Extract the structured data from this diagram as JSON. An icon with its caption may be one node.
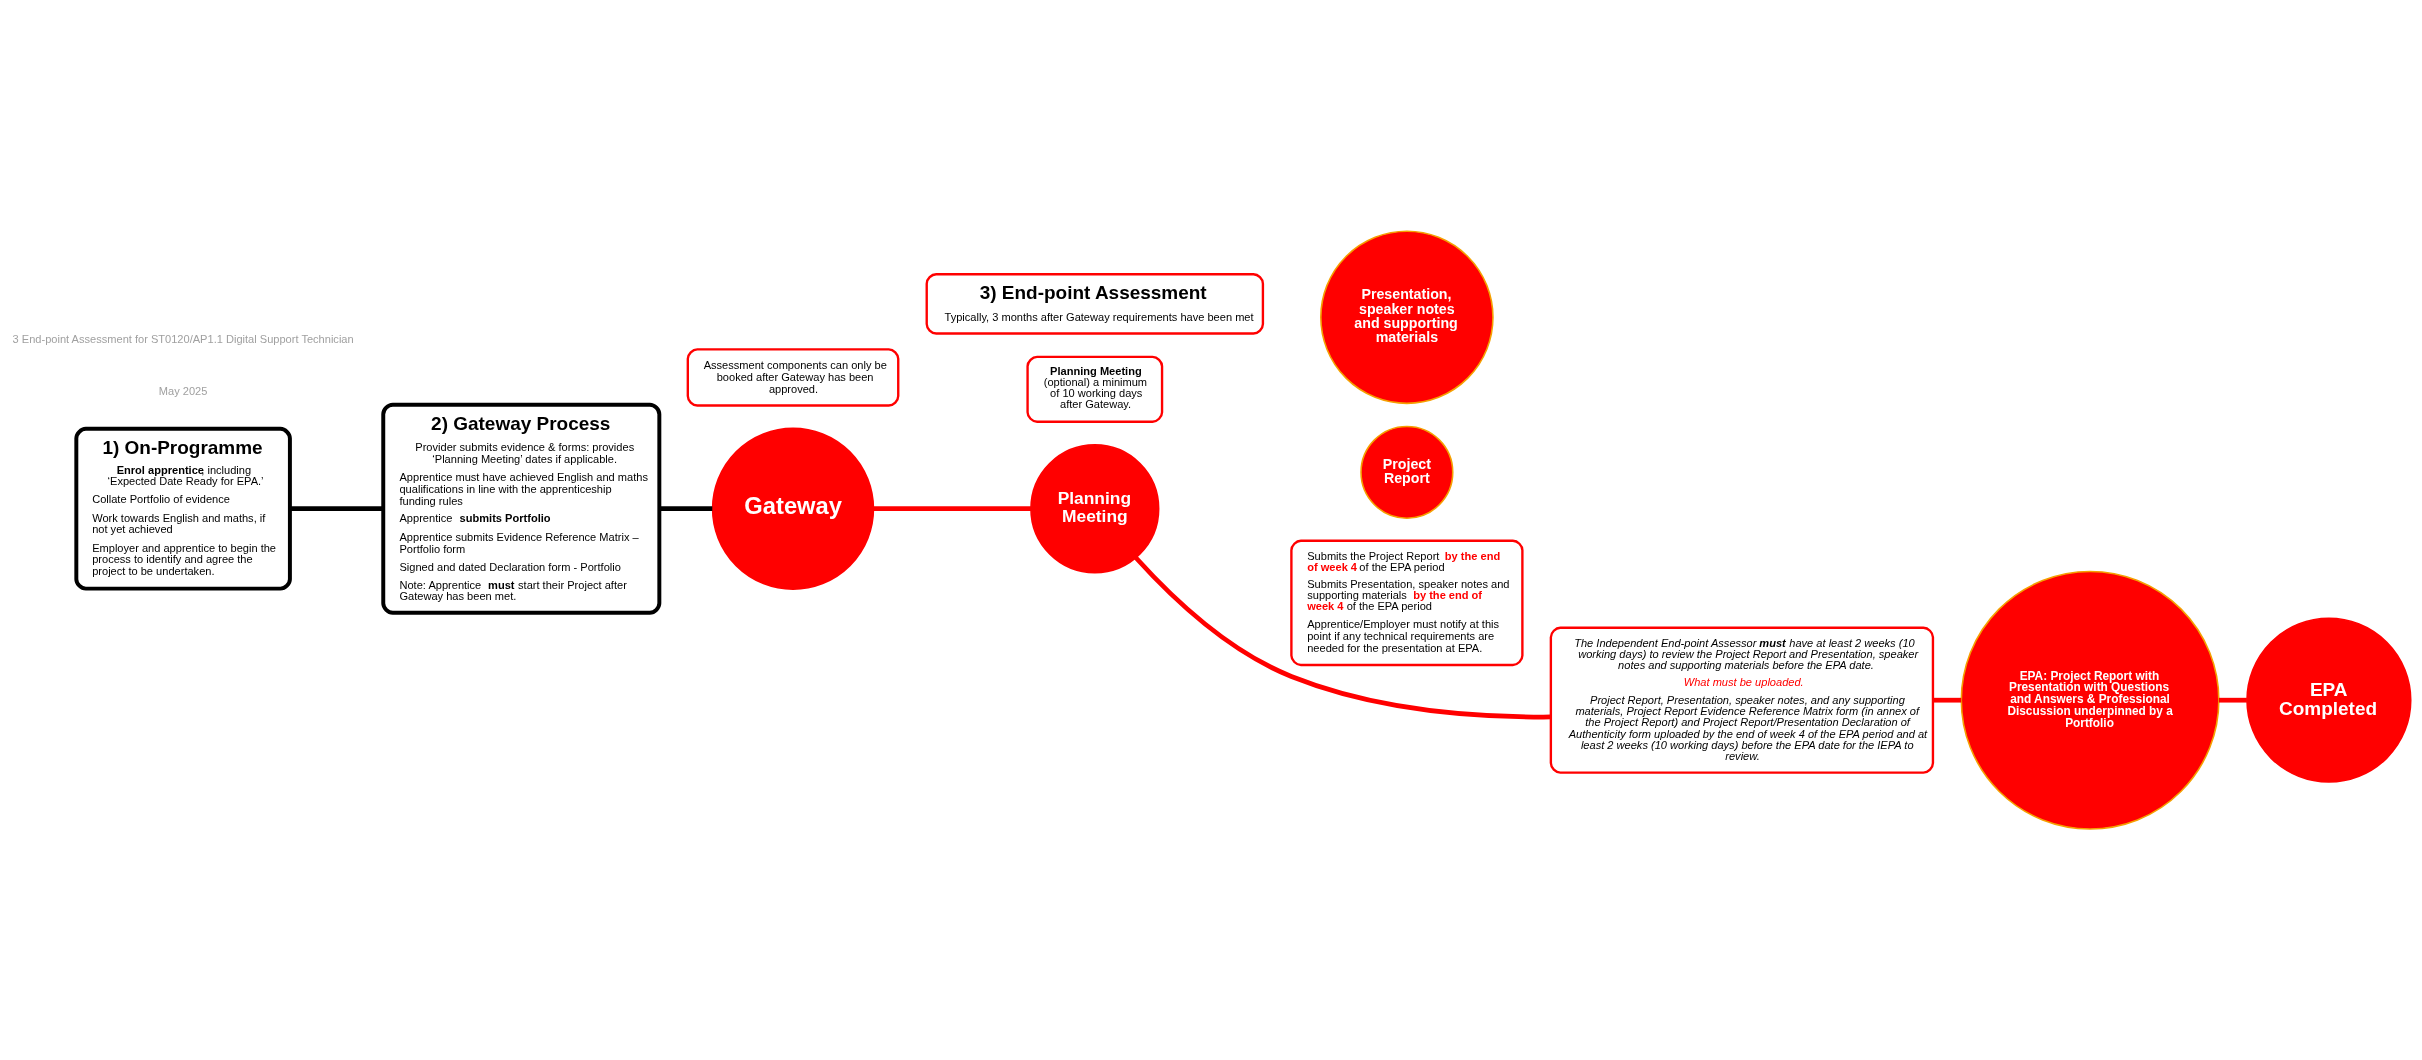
{
  "diagram": {
    "nodes": [
      {
        "text": [
          "2) Gateway Process",
          "Provider submits evidence & forms: provides ‘Planning Meeting’ dates if applicable.",
          "Apprentice must have achieved English and maths qualifications in line with the apprenticeship funding rules",
          "Apprentice **submits Portfolio**",
          "Apprentice submits Evidence Reference Matrix – Portfolio form",
          "Signed and dated Declaration form - Portfolio",
          "Note: Apprentice **must** start their Project after Gateway has been met."
        ]
      },
      {
        "text": [
          "1) On-Programme",
          "**Enrol apprentice**, including ‘Expected Date Ready for EPA.’",
          "Collate Portfolio of evidence",
          "Work towards English and maths, if not yet achieved",
          "Employer and apprentice to begin the process to identify and agree the project to be undertaken."
        ]
      },
      {
        "text": [
          "Gateway"
        ]
      },
      {
        "text": [
          "3) End-point Assessment",
          "Typically, 3 months after Gateway requirements have been met"
        ]
      },
      {
        "text": [
          "**Planning Meeting** (optional) a minimum of 10 working days after Gateway."
        ]
      },
      {
        "text": [
          "Planning Meeting"
        ]
      },
      {
        "text": [
          "Assessment components can only be booked after Gateway has been approved."
        ]
      },
      {
        "text": [
          "Presentation, speaker notes and supporting materials"
        ]
      },
      {
        "text": [
          "Project Report"
        ]
      },
      {
        "text": [
          "Submits the Project Report **by the end of week 4** of the EPA period",
          "Submits Presentation, speaker notes and supporting materials **by the end of week 4** of the EPA period",
          "Apprentice/Employer must notify at this point if any technical requirements are needed for the presentation at EPA."
        ]
      },
      {
        "text": [
          "The Independent End-point Assessor **must** have at least 2 weeks (10 working days) to review the Project Report and Presentation, speaker notes and supporting materials before the EPA date.",
          "What must be uploaded.",
          "Project Report, Presentation, speaker notes, and any supporting materials, Project Report Evidence Reference Matrix form (in annex of the Project Report) and Project Report/Presentation Declaration of Authenticity form uploaded by the end of week 4 of the EPA period and at least 2 weeks (10 working days) before the EPA date for the IEPA to review."
        ]
      },
      {
        "text": [
          "EPA: Project Report with Presentation with Questions and Answers & Professional Discussion underpinned by a Portfolio"
        ]
      },
      {
        "text": [
          "EPA Completed"
        ]
      }
    ],
    "edges": [
      {
        "from": 1,
        "to": 0,
        "arrow": "none",
        "color": "#000000"
      },
      {
        "from": 0,
        "to": 2,
        "arrow": "none",
        "color": "#000000"
      },
      {
        "from": 2,
        "to": 5,
        "arrow": "none"
      },
      {
        "from": 5,
        "to": 10,
        "arrow": "none"
      },
      {
        "from": 10,
        "to": 11,
        "arrow": "none"
      },
      {
        "from": 11,
        "to": 12,
        "arrow": "none"
      }
    ],
    "labels": [
      "May 2025",
      "3 End-point Assessment for ST0120/AP1.1 Digital Support Technician"
    ]
  }
}
